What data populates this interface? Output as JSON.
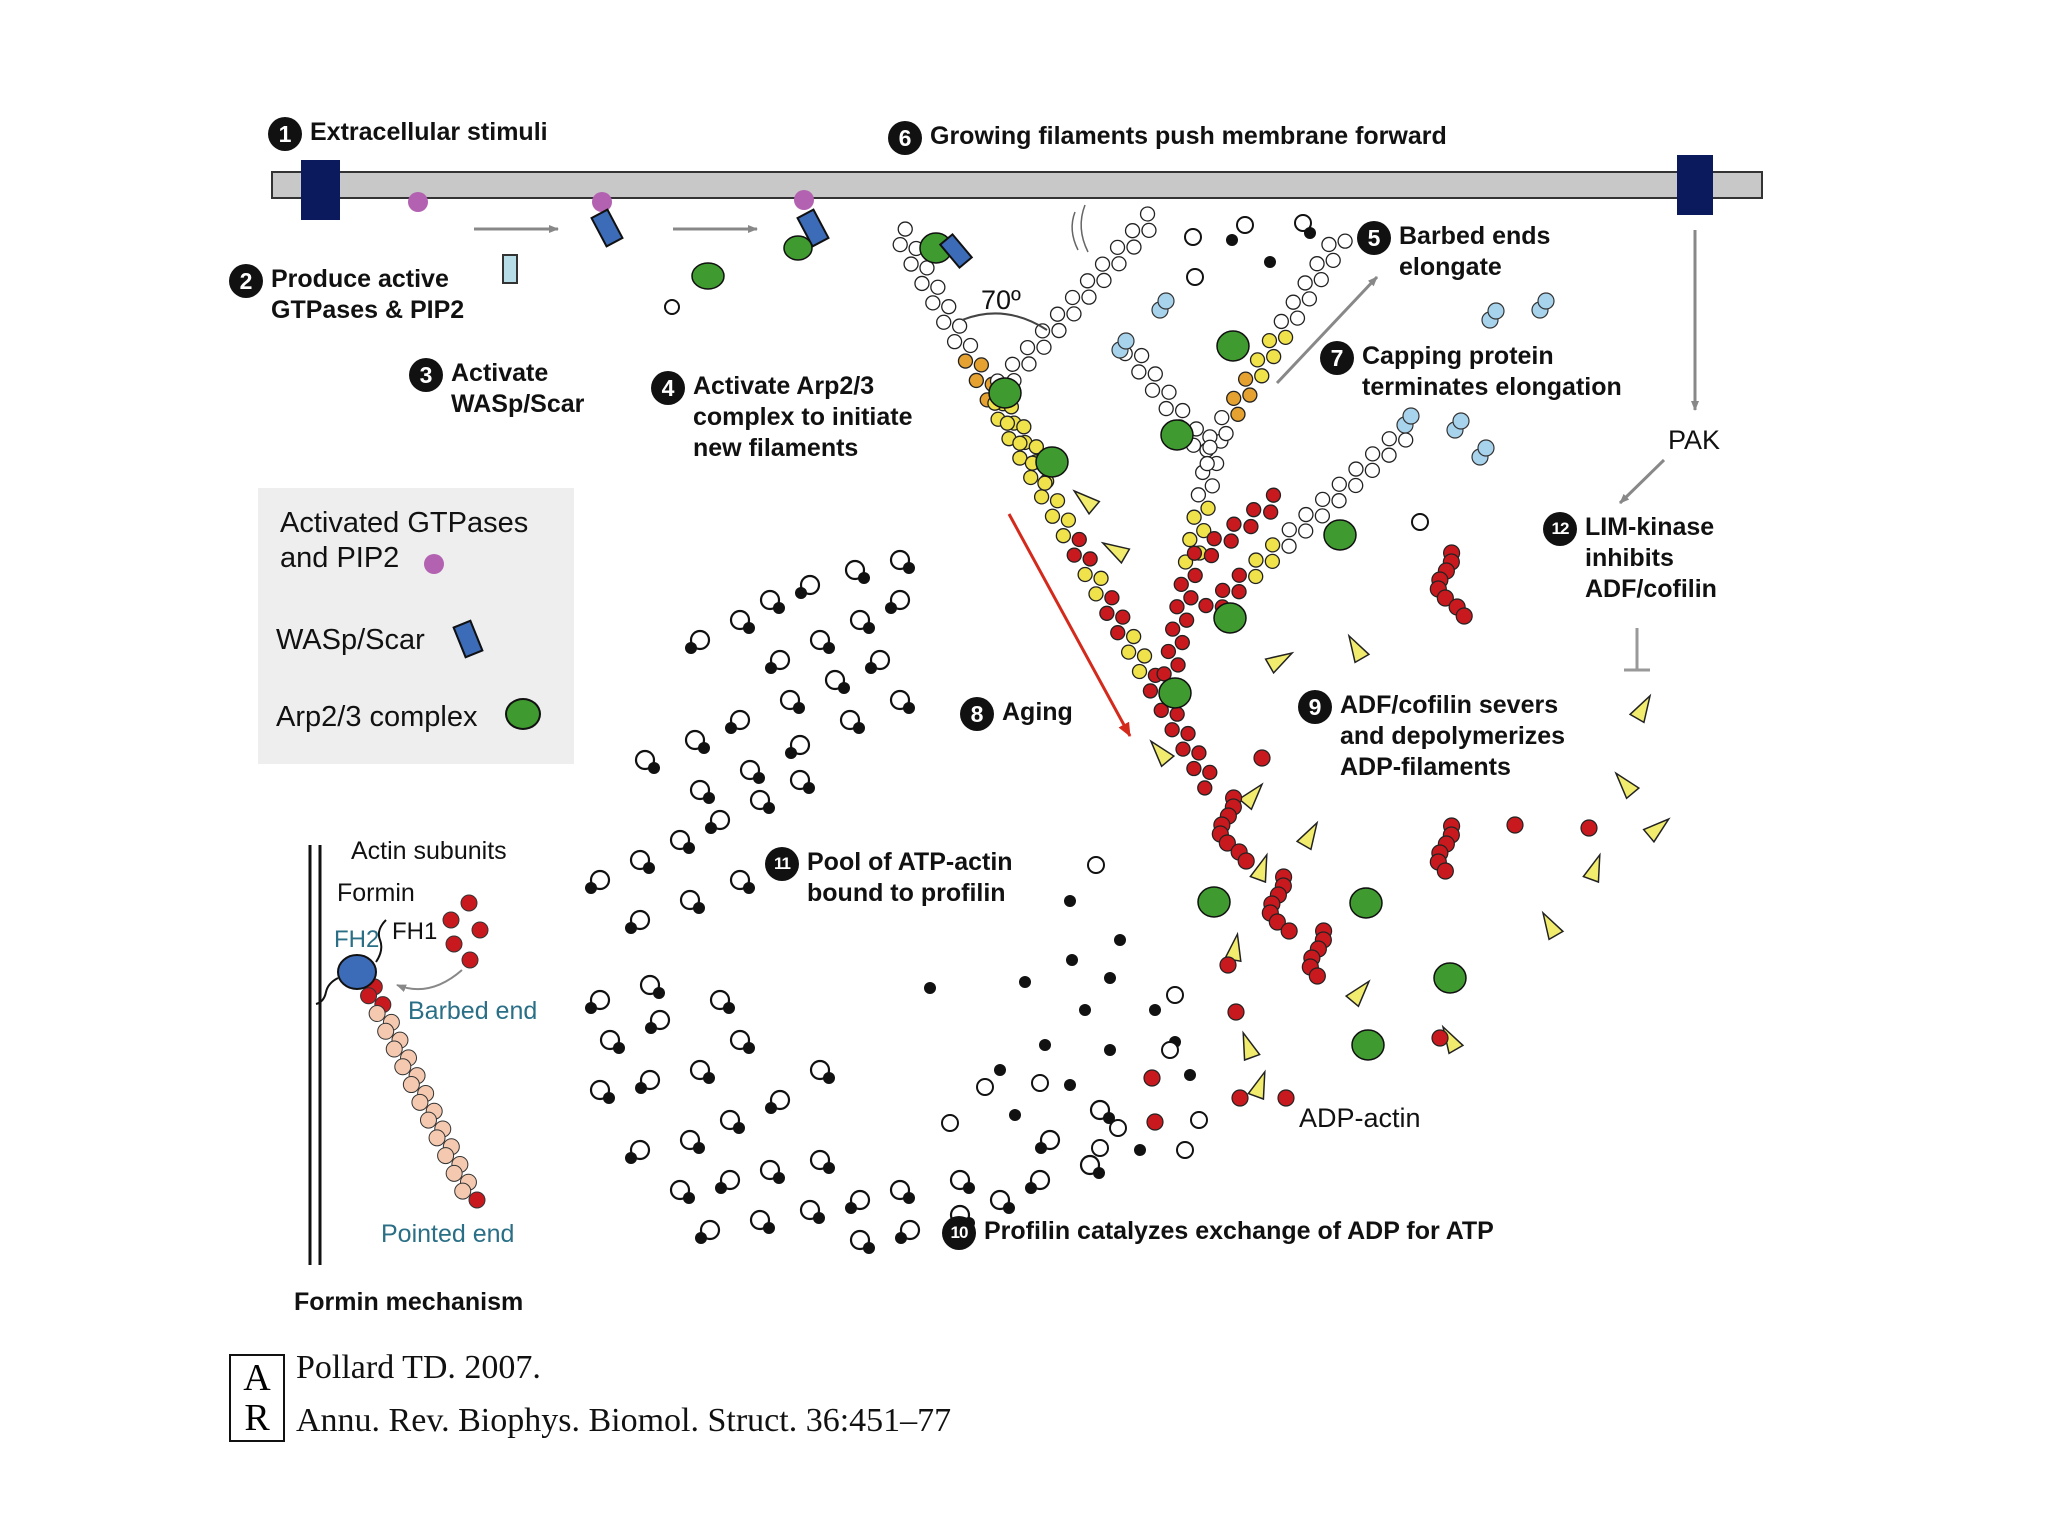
{
  "steps": [
    {
      "n": "1",
      "text": "Extracellular stimuli"
    },
    {
      "n": "2",
      "text": "Produce active\nGTPases & PIP2"
    },
    {
      "n": "3",
      "text": "Activate\nWASp/Scar"
    },
    {
      "n": "4",
      "text": "Activate Arp2/3\ncomplex to initiate\nnew filaments"
    },
    {
      "n": "5",
      "text": "Barbed ends\nelongate"
    },
    {
      "n": "6",
      "text": "Growing filaments push membrane forward"
    },
    {
      "n": "7",
      "text": "Capping protein\nterminates elongation"
    },
    {
      "n": "8",
      "text": "Aging"
    },
    {
      "n": "9",
      "text": "ADF/cofilin severs\nand depolymerizes\nADP-filaments"
    },
    {
      "n": "10",
      "text": "Profilin catalyzes exchange of ADP for ATP"
    },
    {
      "n": "11",
      "text": "Pool of ATP-actin\nbound to profilin"
    },
    {
      "n": "12",
      "text": "LIM-kinase\ninhibits\nADF/cofilin"
    }
  ],
  "labels": {
    "angle": "70º",
    "pak": "PAK",
    "adp_actin": "ADP-actin"
  },
  "legend": {
    "gtpases": "Activated GTPases\nand PIP2",
    "wasp": "WASp/Scar",
    "arp": "Arp2/3 complex"
  },
  "formin": {
    "actin_subunits": "Actin subunits",
    "formin": "Formin",
    "fh2": "FH2",
    "fh1": "FH1",
    "barbed_end": "Barbed end",
    "pointed_end": "Pointed end",
    "title": "Formin mechanism"
  },
  "citation": {
    "logo": "AR",
    "line1": "Pollard TD. 2007.",
    "line2": "Annu. Rev. Biophys. Biomol. Struct. 36:451–77"
  },
  "colors": {
    "membrane": "#c8c8c8",
    "receptor": "#0b1a5c",
    "gtpase": "#b262b0",
    "wasp": "#3c6bb8",
    "arp": "#3f9a2f",
    "atp_actin": "#ffffff",
    "adp_pi_actin": "#f0e24a",
    "adp_pi_orange": "#e6a230",
    "adp_actin": "#c8191e",
    "cofilin": "#f1ec6e",
    "capping": "#a8d3ec",
    "formin_filament": "#f4c9b0",
    "aging_arrow": "#d42a1c"
  }
}
